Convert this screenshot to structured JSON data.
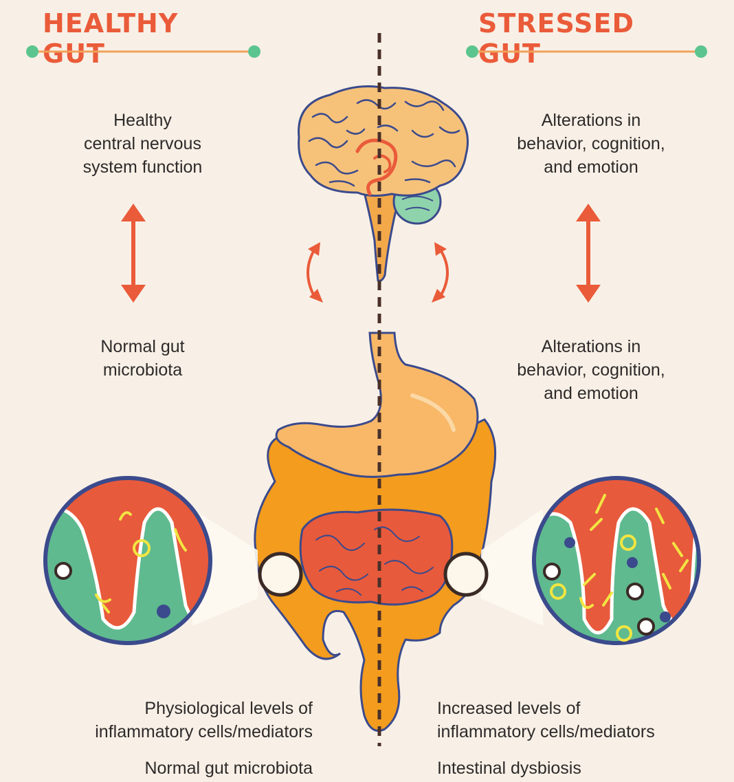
{
  "titles": {
    "left": "HEALTHY GUT",
    "right": "STRESSED GUT"
  },
  "left": {
    "cns": "Healthy\ncentral nervous\nsystem function",
    "microbiota": "Normal gut\nmicrobiota",
    "inflammation": "Physiological levels of\ninflammatory cells/mediators",
    "microbiota_bottom": "Normal gut microbiota"
  },
  "right": {
    "behavior_top": "Alterations in\nbehavior, cognition,\nand emotion",
    "behavior_mid": "Alterations in\nbehavior, cognition,\nand emotion",
    "inflammation": "Increased levels of\ninflammatory cells/mediators",
    "dysbiosis": "Intestinal dysbiosis"
  },
  "colors": {
    "accent": "#ea5b3a",
    "divider_dot": "#5cc58f",
    "divider_line": "#f0a25a",
    "brain": "#f6c27a",
    "outline": "#3b4a8c",
    "intestine": "#f39c1e",
    "small_intestine": "#e85a3c",
    "mucosa": "#5fba8f"
  },
  "icons": {
    "center_divider": "dashed-divider-line",
    "brain": "brain-illustration",
    "digestive": "digestive-system-illustration"
  }
}
